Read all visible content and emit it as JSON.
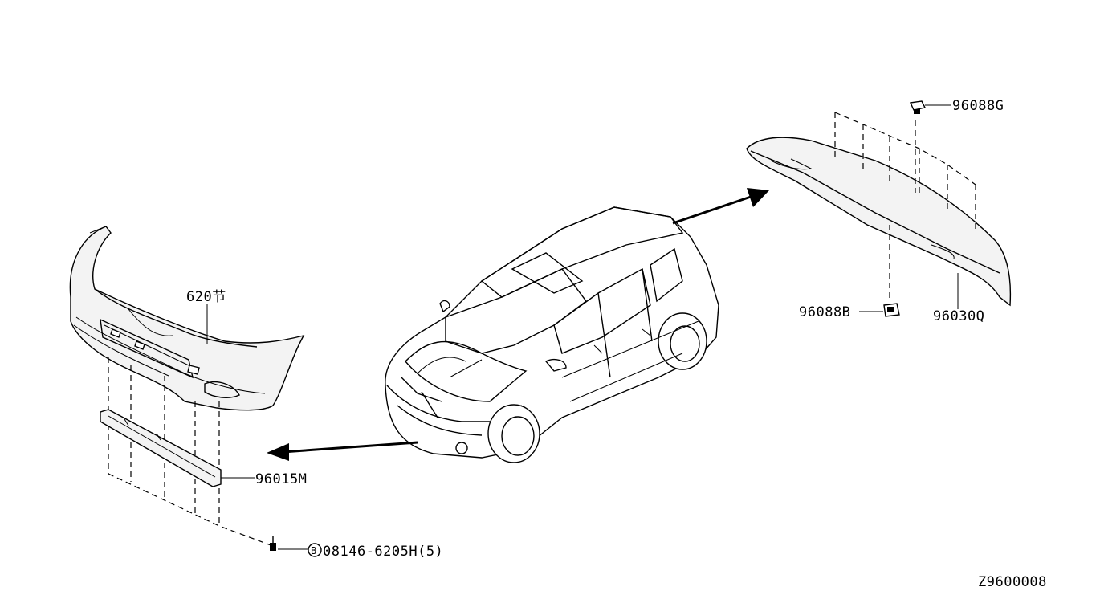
{
  "callouts": {
    "front_bumper": "620节",
    "front_spoiler": "96015M",
    "bolt": "08146-6205H(5)",
    "bolt_marker": "B",
    "rear_clip_top": "96088G",
    "rear_clip_bottom": "96088B",
    "rear_spoiler": "96030Q"
  },
  "diagram_code": "Z9600008"
}
